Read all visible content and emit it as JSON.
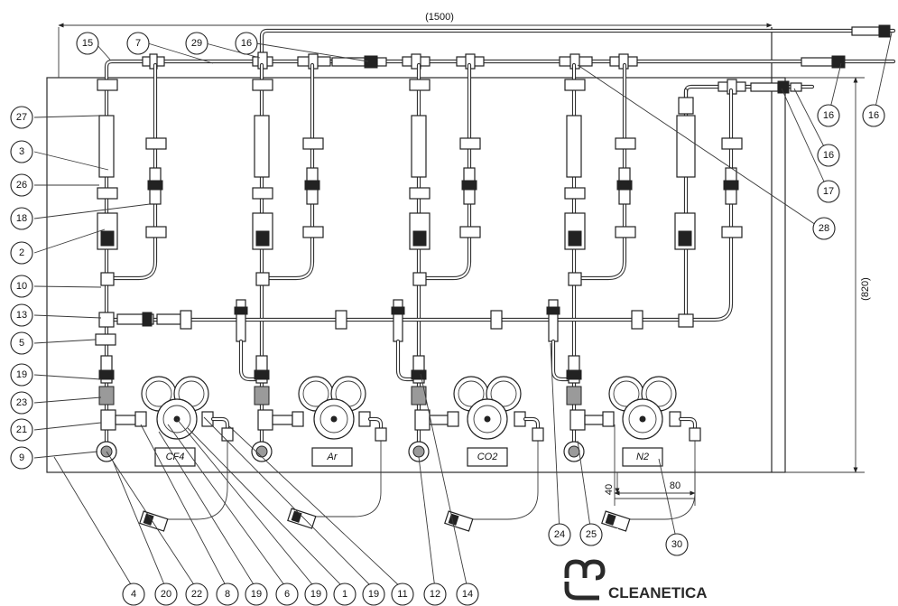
{
  "dimensions": {
    "width_label": "(1500)",
    "height_label": "(820)",
    "offset_vertical": "40",
    "offset_horizontal": "80"
  },
  "gas_labels": [
    "CF4",
    "Ar",
    "CO2",
    "N2"
  ],
  "callouts": {
    "c15": "15",
    "c7": "7",
    "c29": "29",
    "c16a": "16",
    "c27": "27",
    "c3": "3",
    "c26": "26",
    "c18": "18",
    "c2": "2",
    "c10": "10",
    "c13": "13",
    "c5": "5",
    "c19a": "19",
    "c23": "23",
    "c21": "21",
    "c9": "9",
    "c16b": "16",
    "c16c": "16",
    "c16d": "16",
    "c17": "17",
    "c28": "28",
    "c24": "24",
    "c25": "25",
    "c30": "30",
    "b4": "4",
    "b20": "20",
    "b22": "22",
    "b8": "8",
    "b19a": "19",
    "b6": "6",
    "b19b": "19",
    "b1": "1",
    "b19c": "19",
    "b11": "11",
    "b12": "12",
    "b14": "14"
  },
  "brand": {
    "name": "CLEANETICA",
    "logo_icon": "cleanetica-logo-icon"
  }
}
